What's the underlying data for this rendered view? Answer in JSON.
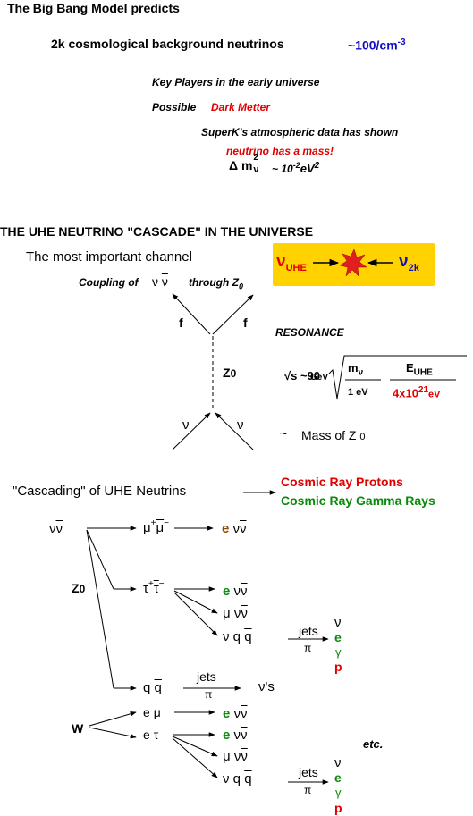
{
  "intro": {
    "title": "The Big Bang Model predicts",
    "neutrinos": "2k cosmological background neutrinos",
    "density": "~100/cm",
    "density_exp": "-3",
    "key_players": "Key Players in the early universe",
    "possible": "Possible",
    "dark_matter": "Dark Metter",
    "superk": "SuperK's atmospheric data has shown",
    "mass_claim": "neutrino has a mass!",
    "dm_delta": "Δ m",
    "dm_sup": "2",
    "dm_sub": "ν",
    "dm_approx": "~ 10",
    "dm_exp": "-2",
    "dm_unit": "eV",
    "dm_unit_exp": "2"
  },
  "cascade": {
    "title": "THE UHE NEUTRINO \"CASCADE\" IN THE UNIVERSE",
    "channel": "The most important channel",
    "box_nu_uhe": "ν",
    "box_nu_uhe_sub": "UHE",
    "box_nu_2k": "ν",
    "box_nu_2k_sub": "2k",
    "coupling": "Coupling of",
    "coupling_nu": "ν",
    "coupling_nubar": "ν",
    "through": "through Z",
    "through_sub": "0",
    "f_left": "f",
    "f_right": "f",
    "z0": "Z",
    "z0_sub": "0",
    "nu_left": "ν",
    "nu_right": "ν",
    "resonance": "RESONANCE",
    "sqrt_s": "√s ~90",
    "gev": "GeV",
    "m_nu": "m",
    "m_nu_sub": "ν",
    "one_ev": "1  eV",
    "e_uhe": "E",
    "e_uhe_sub": "UHE",
    "denom_base": "4x10",
    "denom_exp": "21",
    "denom_unit": "eV",
    "approx": "~",
    "mass_z0": "Mass of Z",
    "mass_z0_sub": "0"
  },
  "cascading": {
    "title": "\"Cascading\" of UHE Neutrins",
    "cosmic_protons": "Cosmic Ray Protons",
    "cosmic_gamma": "Cosmic Ray Gamma Rays",
    "nu": "ν",
    "mu": "μ",
    "tau": "τ",
    "q": "q",
    "e": "e",
    "gamma": "γ",
    "p": "p",
    "plus": "+",
    "minus": "−",
    "z0": "Z",
    "z0_sub": "0",
    "w": "W",
    "jets": "jets",
    "pi": "π",
    "nus": "ν's",
    "etc": "etc."
  }
}
